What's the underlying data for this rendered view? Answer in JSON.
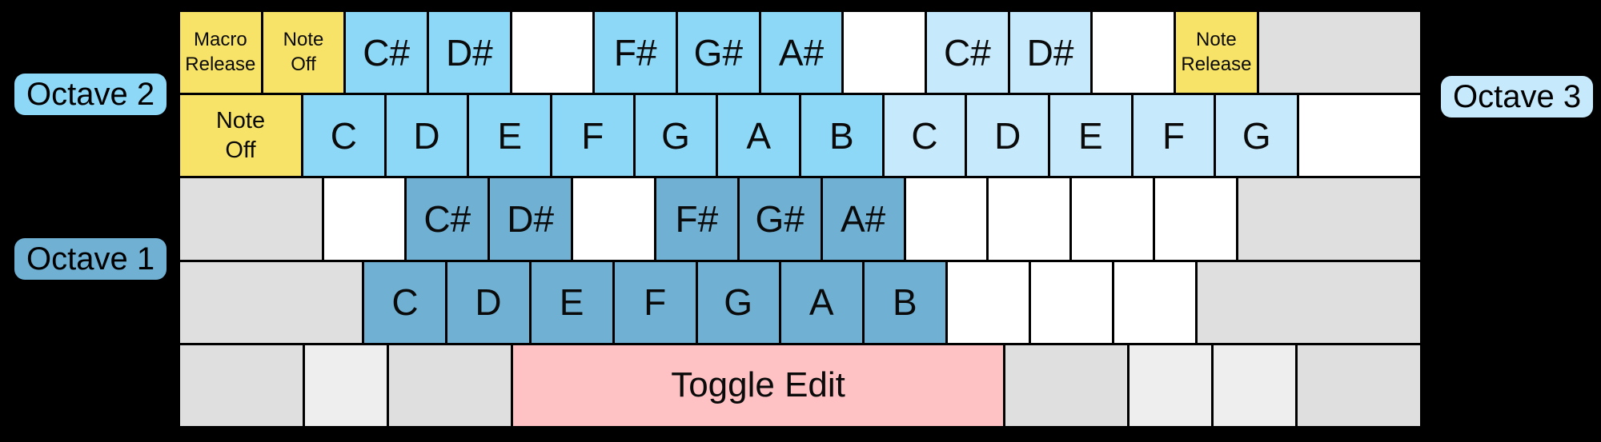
{
  "octave_labels": {
    "octave2": {
      "text": "Octave 2",
      "color": "#8DD7F7"
    },
    "octave1": {
      "text": "Octave 1",
      "color": "#6FB0D3"
    },
    "octave3": {
      "text": "Octave 3",
      "color": "#C6E9FB"
    }
  },
  "colors": {
    "background": "#000000",
    "key_border": "#000000",
    "yellow": "#F7E368",
    "oct2": "#8DD7F7",
    "oct3": "#C6E9FB",
    "oct1": "#6FB0D3",
    "gray": "#DFDFDF",
    "graylight": "#EEEEEE",
    "white": "#FFFFFF",
    "pink": "#FFC2C4"
  },
  "keyboard": {
    "rows": [
      {
        "name": "keyboard-row-number",
        "keys": [
          {
            "name": "key-macro-release",
            "label": "Macro\nRelease",
            "color": "yellow",
            "units": 1,
            "text": "sm"
          },
          {
            "name": "key-note-off",
            "label": "Note\nOff",
            "color": "yellow",
            "units": 1,
            "text": "sm"
          },
          {
            "name": "key-csharp-octave2",
            "label": "C#",
            "color": "oct2",
            "units": 1,
            "text": "note"
          },
          {
            "name": "key-dsharp-octave2",
            "label": "D#",
            "color": "oct2",
            "units": 1,
            "text": "note"
          },
          {
            "name": "key-blank",
            "label": "",
            "color": "white",
            "units": 1,
            "text": "note"
          },
          {
            "name": "key-fsharp-octave2",
            "label": "F#",
            "color": "oct2",
            "units": 1,
            "text": "note"
          },
          {
            "name": "key-gsharp-octave2",
            "label": "G#",
            "color": "oct2",
            "units": 1,
            "text": "note"
          },
          {
            "name": "key-asharp-octave2",
            "label": "A#",
            "color": "oct2",
            "units": 1,
            "text": "note"
          },
          {
            "name": "key-blank",
            "label": "",
            "color": "white",
            "units": 1,
            "text": "note"
          },
          {
            "name": "key-csharp-octave3",
            "label": "C#",
            "color": "oct3",
            "units": 1,
            "text": "note"
          },
          {
            "name": "key-dsharp-octave3",
            "label": "D#",
            "color": "oct3",
            "units": 1,
            "text": "note"
          },
          {
            "name": "key-blank",
            "label": "",
            "color": "white",
            "units": 1,
            "text": "note"
          },
          {
            "name": "key-note-release",
            "label": "Note\nRelease",
            "color": "yellow",
            "units": 1,
            "text": "sm"
          },
          {
            "name": "key-blank-gray-wide",
            "label": "",
            "color": "gray",
            "units": 2,
            "text": "note"
          }
        ]
      },
      {
        "name": "keyboard-row-qwerty",
        "keys": [
          {
            "name": "key-note-off-wide",
            "label": "Note\nOff",
            "color": "yellow",
            "units": 1.5,
            "text": "md"
          },
          {
            "name": "key-c-octave2",
            "label": "C",
            "color": "oct2",
            "units": 1,
            "text": "note"
          },
          {
            "name": "key-d-octave2",
            "label": "D",
            "color": "oct2",
            "units": 1,
            "text": "note"
          },
          {
            "name": "key-e-octave2",
            "label": "E",
            "color": "oct2",
            "units": 1,
            "text": "note"
          },
          {
            "name": "key-f-octave2",
            "label": "F",
            "color": "oct2",
            "units": 1,
            "text": "note"
          },
          {
            "name": "key-g-octave2",
            "label": "G",
            "color": "oct2",
            "units": 1,
            "text": "note"
          },
          {
            "name": "key-a-octave2",
            "label": "A",
            "color": "oct2",
            "units": 1,
            "text": "note"
          },
          {
            "name": "key-b-octave2",
            "label": "B",
            "color": "oct2",
            "units": 1,
            "text": "note"
          },
          {
            "name": "key-c-octave3",
            "label": "C",
            "color": "oct3",
            "units": 1,
            "text": "note"
          },
          {
            "name": "key-d-octave3",
            "label": "D",
            "color": "oct3",
            "units": 1,
            "text": "note"
          },
          {
            "name": "key-e-octave3",
            "label": "E",
            "color": "oct3",
            "units": 1,
            "text": "note"
          },
          {
            "name": "key-f-octave3",
            "label": "F",
            "color": "oct3",
            "units": 1,
            "text": "note"
          },
          {
            "name": "key-g-octave3",
            "label": "G",
            "color": "oct3",
            "units": 1,
            "text": "note"
          },
          {
            "name": "key-blank-wide",
            "label": "",
            "color": "white",
            "units": 1.5,
            "text": "note"
          }
        ]
      },
      {
        "name": "keyboard-row-home",
        "keys": [
          {
            "name": "key-blank-gray-wide",
            "label": "",
            "color": "gray",
            "units": 1.75,
            "text": "note"
          },
          {
            "name": "key-blank",
            "label": "",
            "color": "white",
            "units": 1,
            "text": "note"
          },
          {
            "name": "key-csharp-octave1",
            "label": "C#",
            "color": "oct1",
            "units": 1,
            "text": "note"
          },
          {
            "name": "key-dsharp-octave1",
            "label": "D#",
            "color": "oct1",
            "units": 1,
            "text": "note"
          },
          {
            "name": "key-blank",
            "label": "",
            "color": "white",
            "units": 1,
            "text": "note"
          },
          {
            "name": "key-fsharp-octave1",
            "label": "F#",
            "color": "oct1",
            "units": 1,
            "text": "note"
          },
          {
            "name": "key-gsharp-octave1",
            "label": "G#",
            "color": "oct1",
            "units": 1,
            "text": "note"
          },
          {
            "name": "key-asharp-octave1",
            "label": "A#",
            "color": "oct1",
            "units": 1,
            "text": "note"
          },
          {
            "name": "key-blank",
            "label": "",
            "color": "white",
            "units": 1,
            "text": "note"
          },
          {
            "name": "key-blank",
            "label": "",
            "color": "white",
            "units": 1,
            "text": "note"
          },
          {
            "name": "key-blank",
            "label": "",
            "color": "white",
            "units": 1,
            "text": "note"
          },
          {
            "name": "key-blank",
            "label": "",
            "color": "white",
            "units": 1,
            "text": "note"
          },
          {
            "name": "key-blank-gray-wide",
            "label": "",
            "color": "gray",
            "units": 2.25,
            "text": "note"
          }
        ]
      },
      {
        "name": "keyboard-row-bottom-letters",
        "keys": [
          {
            "name": "key-blank-gray-wide",
            "label": "",
            "color": "gray",
            "units": 2.25,
            "text": "note"
          },
          {
            "name": "key-c-octave1",
            "label": "C",
            "color": "oct1",
            "units": 1,
            "text": "note"
          },
          {
            "name": "key-d-octave1",
            "label": "D",
            "color": "oct1",
            "units": 1,
            "text": "note"
          },
          {
            "name": "key-e-octave1",
            "label": "E",
            "color": "oct1",
            "units": 1,
            "text": "note"
          },
          {
            "name": "key-f-octave1",
            "label": "F",
            "color": "oct1",
            "units": 1,
            "text": "note"
          },
          {
            "name": "key-g-octave1",
            "label": "G",
            "color": "oct1",
            "units": 1,
            "text": "note"
          },
          {
            "name": "key-a-octave1",
            "label": "A",
            "color": "oct1",
            "units": 1,
            "text": "note"
          },
          {
            "name": "key-b-octave1",
            "label": "B",
            "color": "oct1",
            "units": 1,
            "text": "note"
          },
          {
            "name": "key-blank",
            "label": "",
            "color": "white",
            "units": 1,
            "text": "note"
          },
          {
            "name": "key-blank",
            "label": "",
            "color": "white",
            "units": 1,
            "text": "note"
          },
          {
            "name": "key-blank",
            "label": "",
            "color": "white",
            "units": 1,
            "text": "note"
          },
          {
            "name": "key-blank-gray-wide",
            "label": "",
            "color": "gray",
            "units": 2.75,
            "text": "note"
          }
        ]
      },
      {
        "name": "keyboard-row-space",
        "keys": [
          {
            "name": "key-blank-gray-wide",
            "label": "",
            "color": "gray",
            "units": 1.5,
            "text": "note"
          },
          {
            "name": "key-blank-gray-light",
            "label": "",
            "color": "graylight",
            "units": 1,
            "text": "note"
          },
          {
            "name": "key-blank-gray-wide",
            "label": "",
            "color": "gray",
            "units": 1.5,
            "text": "note"
          },
          {
            "name": "key-toggle-edit",
            "label": "Toggle Edit",
            "color": "pink",
            "units": 6,
            "text": "lg"
          },
          {
            "name": "key-blank-gray-wide",
            "label": "",
            "color": "gray",
            "units": 1.5,
            "text": "note"
          },
          {
            "name": "key-blank-gray-light",
            "label": "",
            "color": "graylight",
            "units": 1,
            "text": "note"
          },
          {
            "name": "key-blank-gray-light",
            "label": "",
            "color": "graylight",
            "units": 1,
            "text": "note"
          },
          {
            "name": "key-blank-gray-wide",
            "label": "",
            "color": "gray",
            "units": 1.5,
            "text": "note"
          }
        ]
      }
    ]
  }
}
